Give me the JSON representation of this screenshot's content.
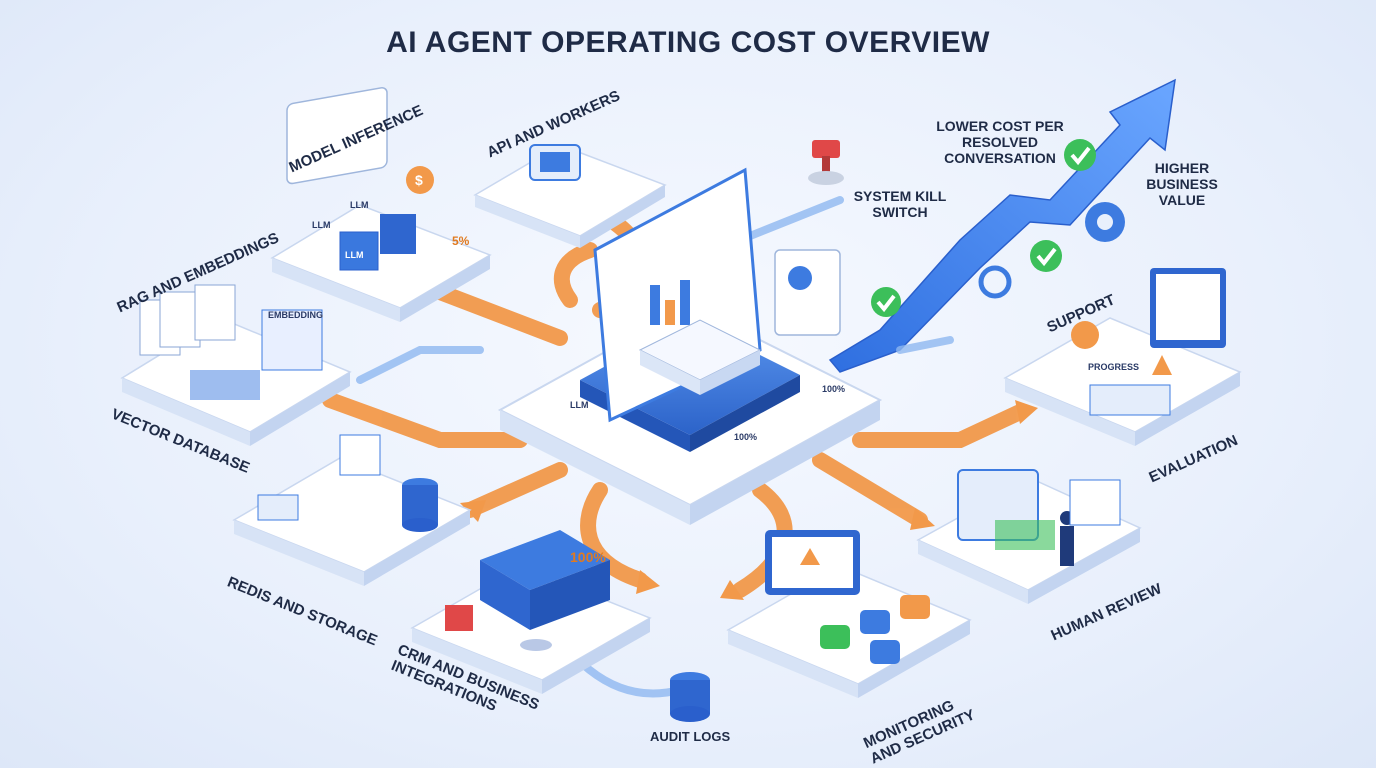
{
  "title": "AI AGENT OPERATING COST OVERVIEW",
  "components": {
    "model_inference": "MODEL INFERENCE",
    "api_workers": "API AND WORKERS",
    "rag": "RAG AND EMBEDDINGS",
    "vector_db": "VECTOR DATABASE",
    "redis": "REDIS AND STORAGE",
    "crm": "CRM AND BUSINESS INTEGRATIONS",
    "audit": "AUDIT LOGS",
    "monitoring": "MONITORING AND SECURITY",
    "human_review": "HUMAN REVIEW",
    "evaluation": "EVALUATION",
    "support": "SUPPORT",
    "kill_switch": "SYSTEM KILL SWITCH",
    "lower_cost": "LOWER COST PER RESOLVED CONVERSATION",
    "higher_value": "HIGHER BUSINESS VALUE"
  },
  "small": {
    "llm": "LLM",
    "embedding": "EMBEDDING",
    "pct5": "5%",
    "pct100": "100%",
    "dollar": "$",
    "hub_llm": "LLM",
    "hub_100": "100%",
    "hub_100b": "100%",
    "progress": "PROGRESS"
  },
  "colors": {
    "blue": "#3d7be0",
    "orange": "#f2994a",
    "green": "#3cbf5a",
    "red": "#e04848",
    "platform": "#ffffff",
    "ink": "#1f2b46"
  }
}
